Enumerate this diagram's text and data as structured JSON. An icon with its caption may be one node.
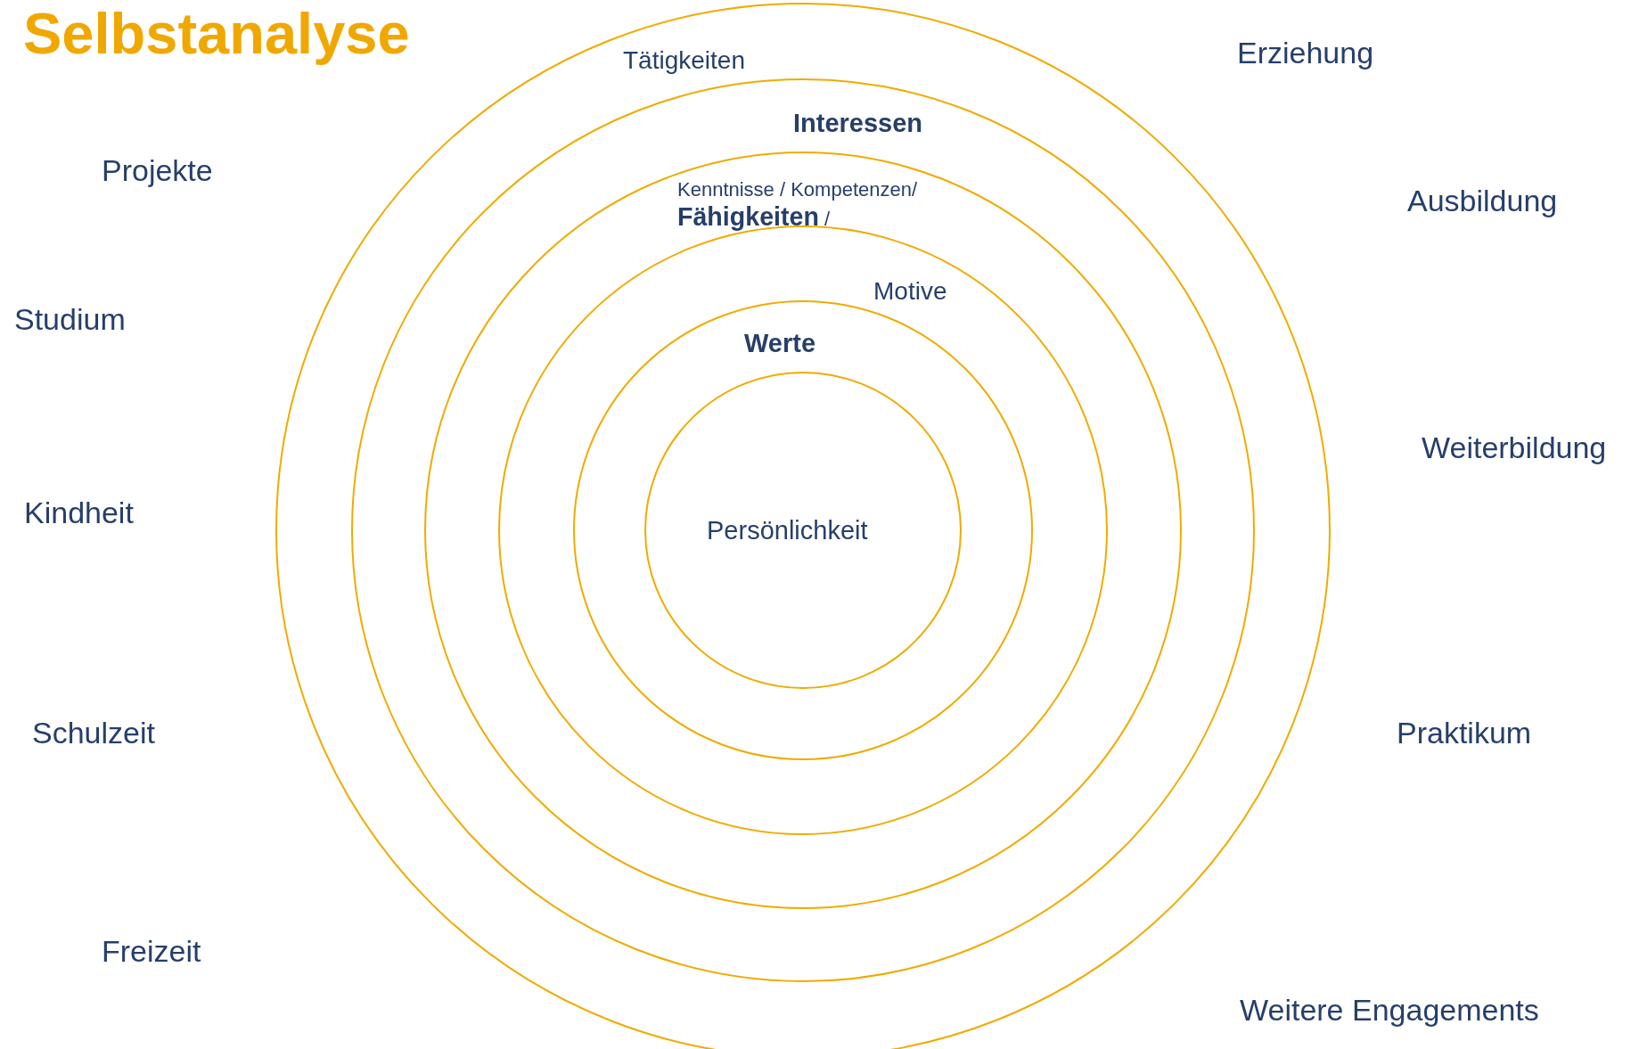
{
  "diagram": {
    "title": "Selbstanalyse",
    "nodes": [
      {
        "text": [
          "Tätigkeiten"
        ]
      },
      {
        "text": [
          "Interessen"
        ],
        "in": 0
      },
      {
        "text": [
          "Kenntnisse / Kompetenzen/ **Fähigkeiten** /"
        ],
        "in": 1
      },
      {
        "text": [
          "Motive"
        ],
        "in": 2
      },
      {
        "text": [
          "Werte"
        ],
        "in": 3
      },
      {
        "text": [
          "Persönlichkeit"
        ],
        "in": 4
      }
    ],
    "labels": [
      "Erziehung",
      "Projekte",
      "Ausbildung",
      "Studium",
      "Weiterbildung",
      "Kindheit",
      "Schulzeit",
      "Praktikum",
      "Freizeit",
      "Weitere Engagements"
    ]
  }
}
